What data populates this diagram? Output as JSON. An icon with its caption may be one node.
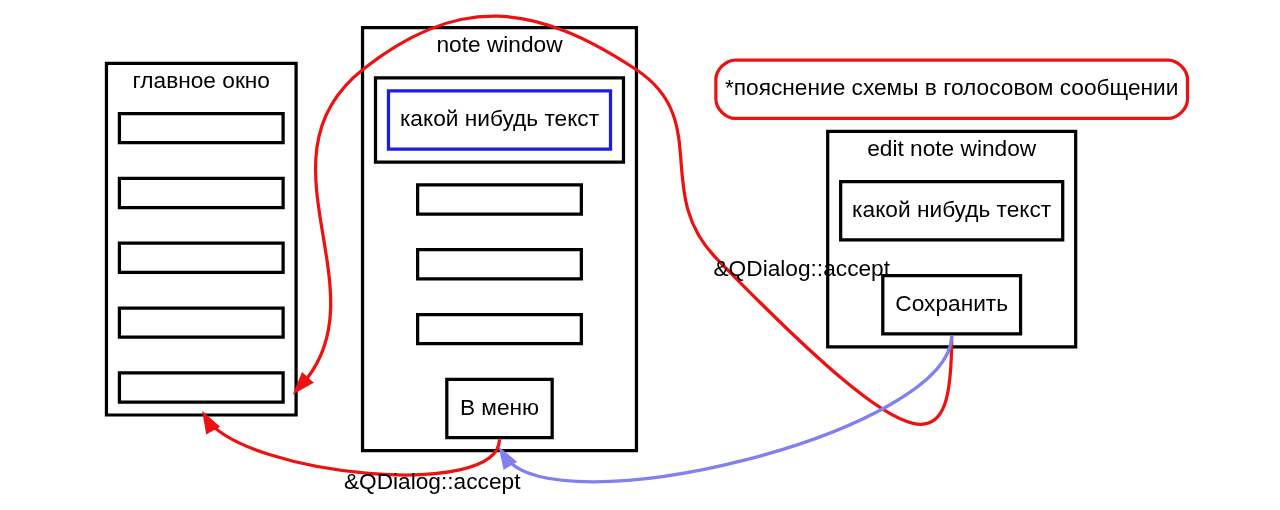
{
  "diagram": {
    "nodes": [
      {
        "text": [
          "главное окно"
        ]
      },
      {
        "text": [],
        "shape": "box",
        "in": 0
      },
      {
        "text": [],
        "shape": "box",
        "in": 0
      },
      {
        "text": [],
        "shape": "box",
        "in": 0
      },
      {
        "text": [],
        "shape": "box",
        "in": 0
      },
      {
        "text": [],
        "shape": "box",
        "in": 0
      },
      {
        "text": [
          "note window"
        ]
      },
      {
        "text": [],
        "shape": "box",
        "in": 6
      },
      {
        "text": [
          "какой нибудь текст"
        ],
        "in": 7
      },
      {
        "text": [],
        "shape": "box",
        "in": 6
      },
      {
        "text": [],
        "shape": "box",
        "in": 6
      },
      {
        "text": [],
        "shape": "box",
        "in": 6
      },
      {
        "text": [
          "В меню"
        ],
        "in": 6
      },
      {
        "text": [
          "edit note window"
        ]
      },
      {
        "text": [
          "какой нибудь текст"
        ],
        "in": 13
      },
      {
        "text": [
          "Сохранить"
        ],
        "in": 13
      },
      {
        "text": [
          "*пояснение схемы в голосовом сообщении"
        ]
      }
    ],
    "edges": [
      {
        "from": 12,
        "to": 0,
        "arrow": "to",
        "label": "&QDialog::accept",
        "color": "#ee1111"
      },
      {
        "from": 15,
        "to": 6,
        "arrow": "to",
        "color": "#8080f0"
      },
      {
        "from": 15,
        "to": 0,
        "arrow": "to",
        "label": "&QDialog::accept",
        "color": "#ee1111"
      }
    ]
  }
}
